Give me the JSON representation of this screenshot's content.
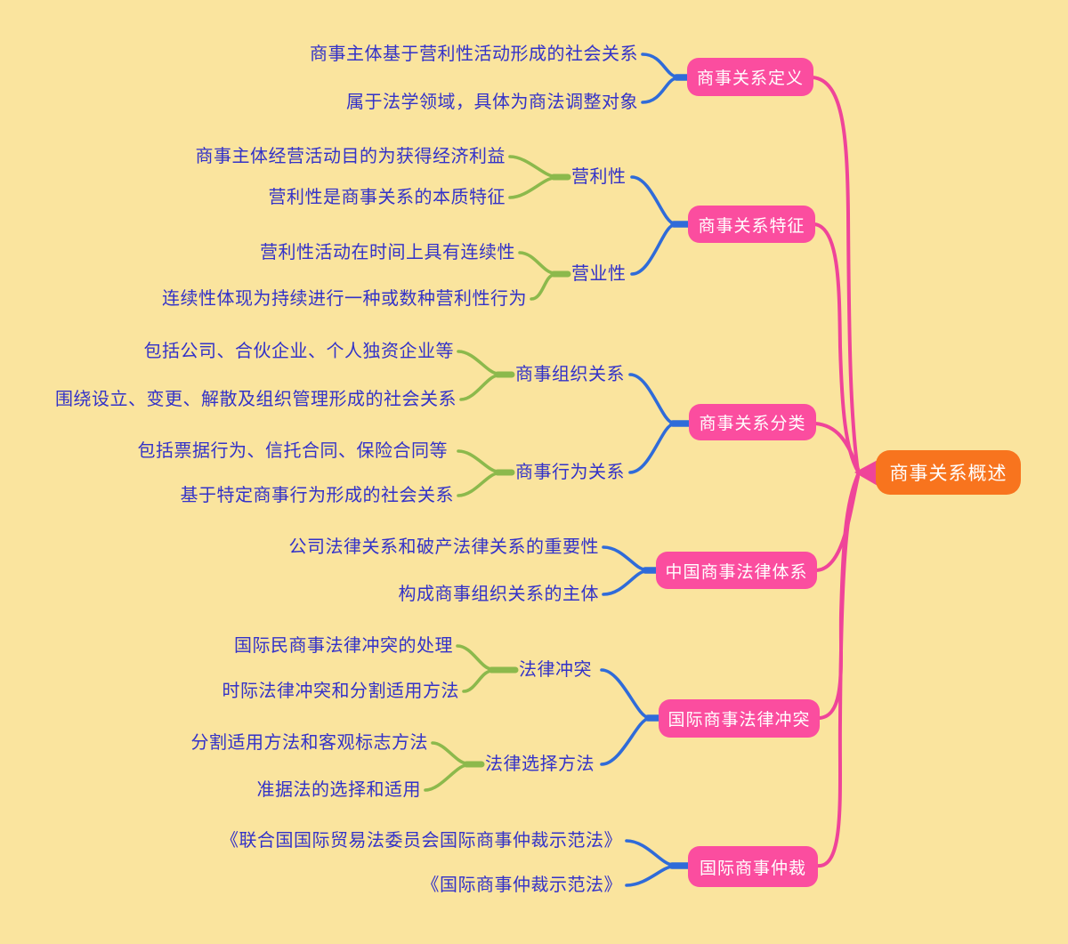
{
  "root": {
    "label": "商事关系概述"
  },
  "branches": [
    {
      "label": "商事关系定义",
      "children": [
        {
          "label": "商事主体基于营利性活动形成的社会关系"
        },
        {
          "label": "属于法学领域，具体为商法调整对象"
        }
      ]
    },
    {
      "label": "商事关系特征",
      "children": [
        {
          "label": "营利性",
          "children": [
            {
              "label": "商事主体经营活动目的为获得经济利益"
            },
            {
              "label": "营利性是商事关系的本质特征"
            }
          ]
        },
        {
          "label": "营业性",
          "children": [
            {
              "label": "营利性活动在时间上具有连续性"
            },
            {
              "label": "连续性体现为持续进行一种或数种营利性行为"
            }
          ]
        }
      ]
    },
    {
      "label": "商事关系分类",
      "children": [
        {
          "label": "商事组织关系",
          "children": [
            {
              "label": "包括公司、合伙企业、个人独资企业等"
            },
            {
              "label": "围绕设立、变更、解散及组织管理形成的社会关系"
            }
          ]
        },
        {
          "label": "商事行为关系",
          "children": [
            {
              "label": "包括票据行为、信托合同、保险合同等"
            },
            {
              "label": "基于特定商事行为形成的社会关系"
            }
          ]
        }
      ]
    },
    {
      "label": "中国商事法律体系",
      "children": [
        {
          "label": "公司法律关系和破产法律关系的重要性"
        },
        {
          "label": "构成商事组织关系的主体"
        }
      ]
    },
    {
      "label": "国际商事法律冲突",
      "children": [
        {
          "label": "法律冲突",
          "children": [
            {
              "label": "国际民商事法律冲突的处理"
            },
            {
              "label": "时际法律冲突和分割适用方法"
            }
          ]
        },
        {
          "label": "法律选择方法",
          "children": [
            {
              "label": "分割适用方法和客观标志方法"
            },
            {
              "label": "准据法的选择和适用"
            }
          ]
        }
      ]
    },
    {
      "label": "国际商事仲裁",
      "children": [
        {
          "label": "《联合国国际贸易法委员会国际商事仲裁示范法》"
        },
        {
          "label": "《国际商事仲裁示范法》"
        }
      ]
    }
  ],
  "colors": {
    "background": "#FAE49E",
    "root_fill": "#F8741E",
    "branch_fill": "#FB4D9F",
    "node_text": "#FFFFFF",
    "label_text": "#3332C8",
    "link_main": "#EF4499",
    "link_branch": "#2F6BD9",
    "link_sub": "#8CB94C"
  }
}
